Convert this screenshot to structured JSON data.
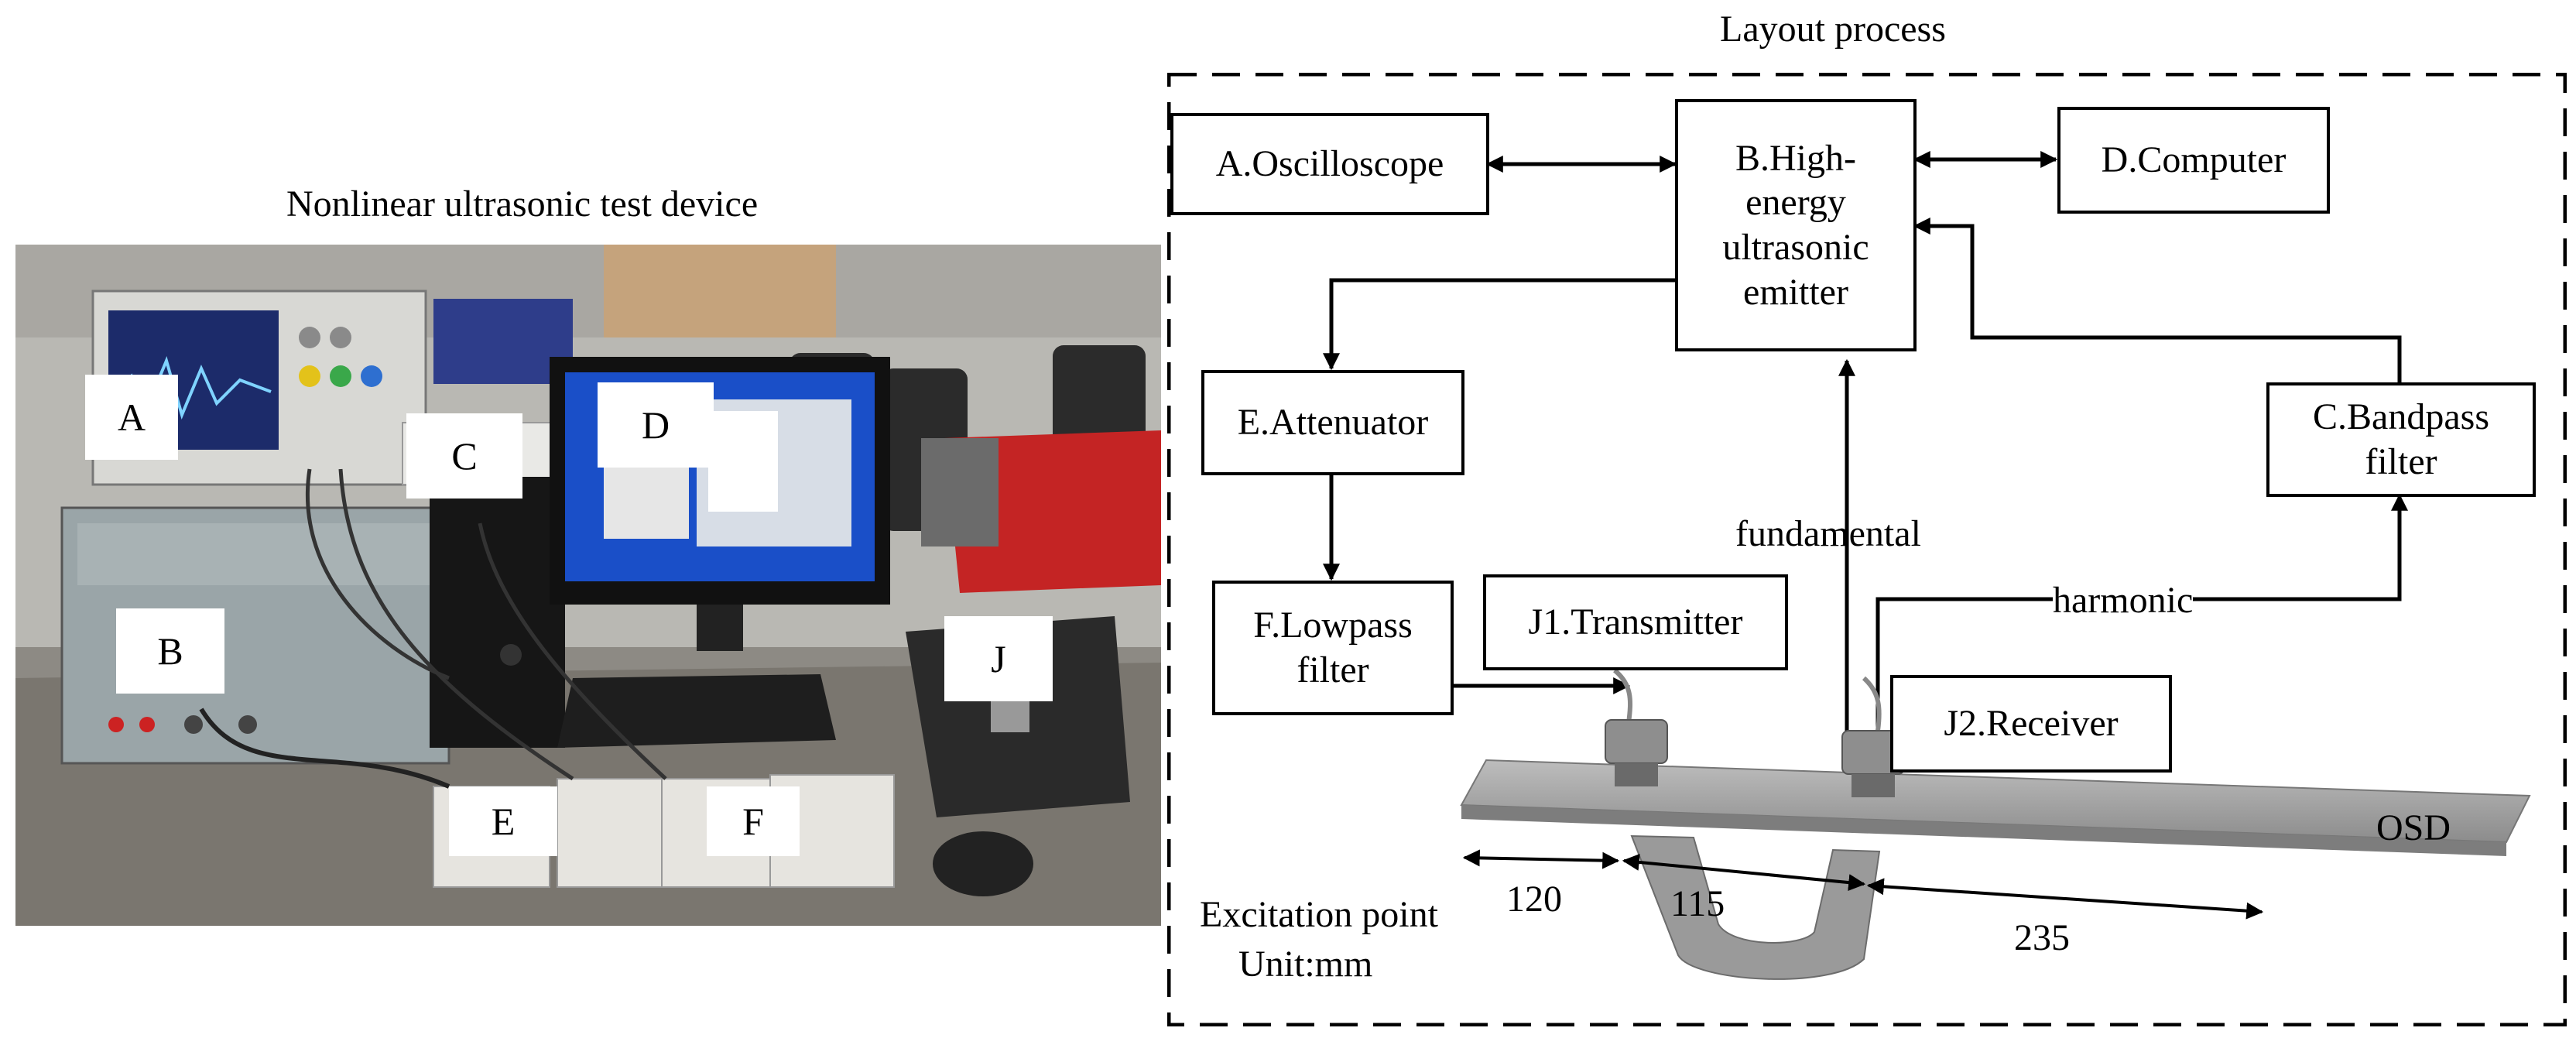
{
  "photo": {
    "title": "Nonlinear ultrasonic test device",
    "tags": [
      "A",
      "B",
      "C",
      "D",
      "E",
      "F",
      "J"
    ]
  },
  "diagram": {
    "title": "Layout process",
    "boxes": {
      "oscilloscope": "A.Oscilloscope",
      "emitter": "B.High-energy ultrasonic emitter",
      "computer": "D.Computer",
      "attenuator": "E.Attenuator",
      "bandpass": "C.Bandpass filter",
      "lowpass": "F.Lowpass filter",
      "transmitter": "J1.Transmitter",
      "receiver": "J2.Receiver"
    },
    "labels": {
      "fundamental": "fundamental",
      "harmonic": "harmonic",
      "osd": "OSD",
      "excitation": "Excitation point",
      "unit": "Unit:mm",
      "d1": "120",
      "d2": "115",
      "d3": "235"
    }
  }
}
